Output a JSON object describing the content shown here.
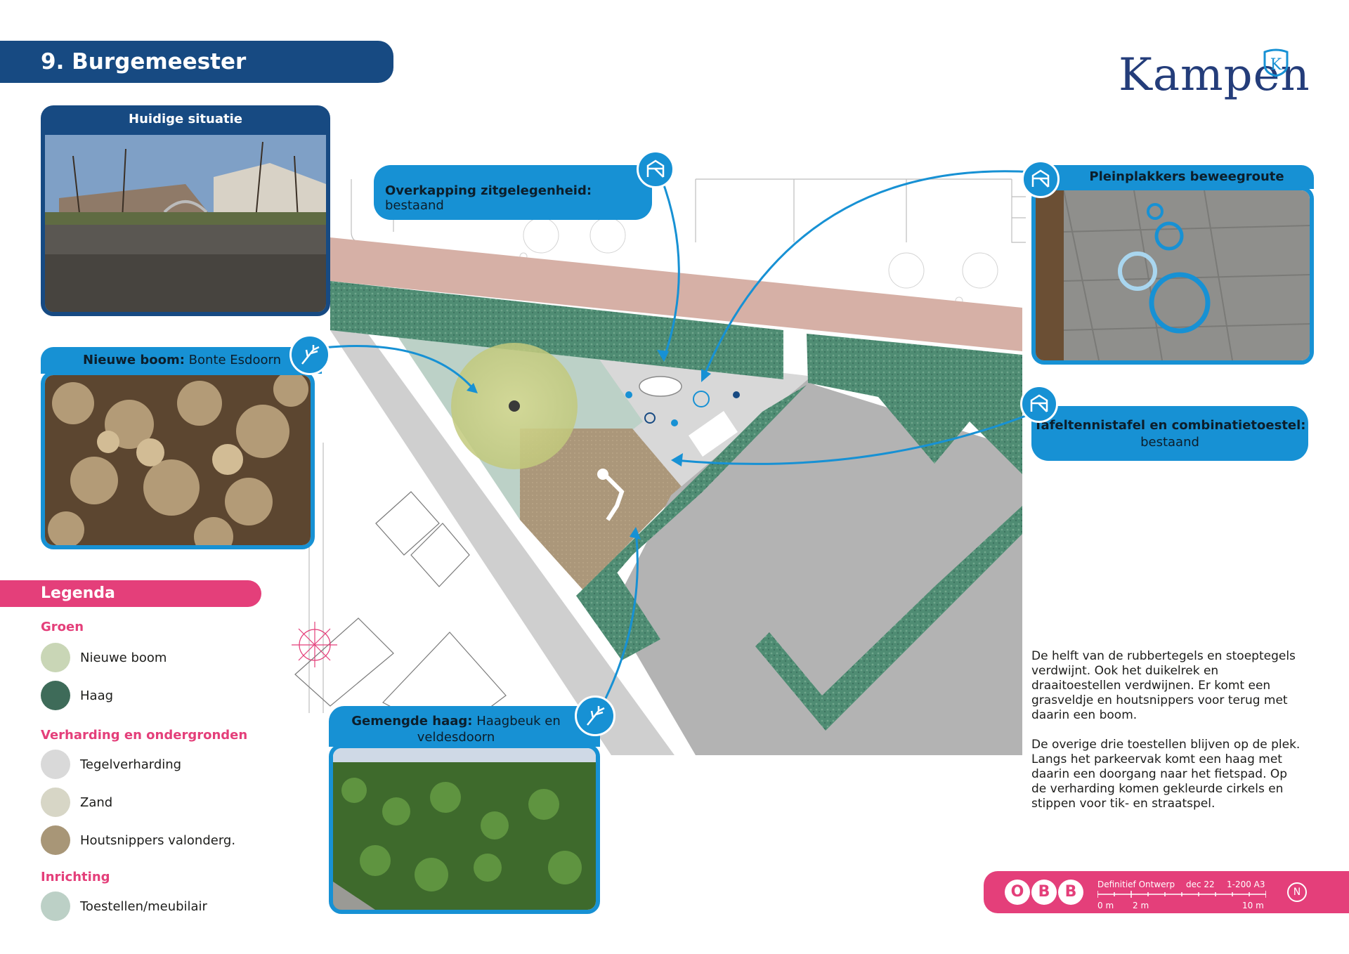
{
  "page": {
    "title": "9. Burgemeester Oldenhoflaan",
    "logo_text": "Kampen",
    "logo_badge": "K"
  },
  "current_situation": {
    "header": "Huidige situatie"
  },
  "callouts": {
    "overkapping": {
      "bold": "Overkapping zitgelegenheid:",
      "text": "bestaand"
    },
    "pleinplakkers": {
      "bold": "Pleinplakkers beweegroute",
      "text": ""
    },
    "nieuwe_boom": {
      "bold": "Nieuwe boom:",
      "text": "Bonte Esdoorn"
    },
    "tafeltennis": {
      "bold": "Tafeltennistafel en combinatietoestel:",
      "text": "bestaand"
    },
    "gemengde_haag": {
      "bold": "Gemengde haag:",
      "text": "Haagbeuk en veldesdoorn"
    }
  },
  "legend": {
    "header": "Legenda",
    "sections": [
      {
        "title": "Groen",
        "items": [
          {
            "label": "Nieuwe boom",
            "color": "#c9d6b6"
          },
          {
            "label": "Haag",
            "color": "#3e6b59"
          }
        ]
      },
      {
        "title": "Verharding en ondergronden",
        "items": [
          {
            "label": "Tegelverharding",
            "color": "#d9d9d9"
          },
          {
            "label": "Zand",
            "color": "#d7d6c6"
          },
          {
            "label": "Houtsnippers valonderg.",
            "color": "#a89677"
          }
        ]
      },
      {
        "title": "Inrichting",
        "items": [
          {
            "label": "Toestellen/meubilair",
            "color": "#bcd0c6"
          }
        ]
      }
    ]
  },
  "description": [
    "De helft van de rubbertegels en stoeptegels verdwijnt. Ook het duikelrek en draaitoestellen verdwijnen. Er komt een grasveldje en houtsnippers voor terug met daarin een boom.",
    "De overige drie toestellen blijven op de plek. Langs het parkeervak komt een haag met daarin een doorgang naar het fietspad. Op de verharding komen gekleurde cirkels en stippen voor tik- en straatspel."
  ],
  "footer": {
    "letters": [
      "O",
      "B",
      "B"
    ],
    "phase": "Definitief Ontwerp",
    "date": "dec 22",
    "scale": "1-200 A3",
    "scale_labels": [
      "0 m",
      "2 m",
      "10 m"
    ],
    "north": "N"
  },
  "colors": {
    "navy": "#174a82",
    "blue": "#1791d4",
    "pink": "#e43f7a",
    "hedge": "#4a8a70",
    "path": "#d8b3a8"
  }
}
